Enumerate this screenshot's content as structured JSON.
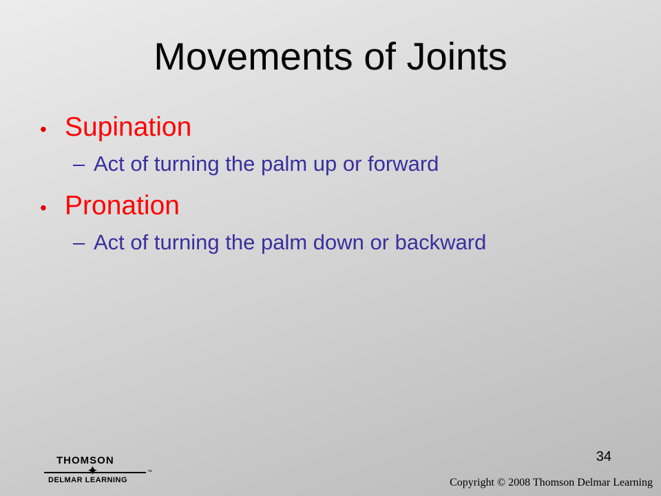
{
  "slide": {
    "title": "Movements of Joints",
    "bullets": [
      {
        "marker": "•",
        "text": "Supination",
        "sub": {
          "marker": "–",
          "text": "Act of turning the palm up or forward"
        }
      },
      {
        "marker": "•",
        "text": "Pronation",
        "sub": {
          "marker": "–",
          "text": "Act of turning the palm down or backward"
        }
      }
    ],
    "page_number": "34"
  },
  "footer": {
    "logo_top": "THOMSON",
    "logo_bottom": "DELMAR LEARNING",
    "logo_tm": "™",
    "copyright": "Copyright © 2008 Thomson Delmar Learning"
  },
  "colors": {
    "title": "#000000",
    "bullet": "#ff0000",
    "sub_bullet": "#3a2f9e"
  },
  "icons": {
    "logo_star": "star-burst-icon"
  }
}
